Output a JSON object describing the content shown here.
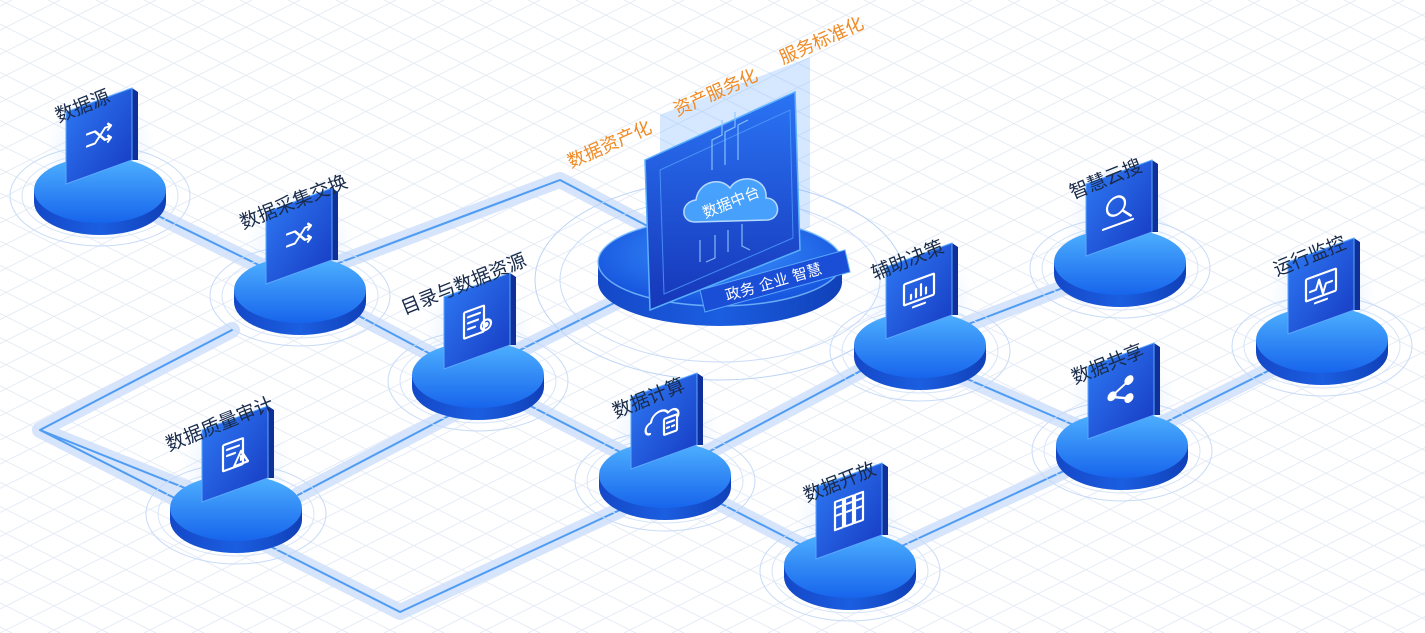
{
  "colors": {
    "accent": "#1a6ef0",
    "accent_light": "#3aa0ff",
    "accent_dark": "#1536b8",
    "stage_label": "#f08a24",
    "label": "#1a2b4a",
    "path": "#c3d7fb",
    "grid": "#e6ecf6"
  },
  "hub": {
    "screen_label": "数据中台",
    "base_label": "政务 企业 智慧",
    "icon": "cloud-icon"
  },
  "stages": [
    {
      "label": "数据资产化"
    },
    {
      "label": "资产服务化"
    },
    {
      "label": "服务标准化"
    }
  ],
  "nodes": [
    {
      "id": "data-source",
      "label": "数据源",
      "icon": "shuffle-icon"
    },
    {
      "id": "collect-exchange",
      "label": "数据采集交换",
      "icon": "shuffle-icon"
    },
    {
      "id": "catalog-resources",
      "label": "目录与数据资源",
      "icon": "settings-doc-icon"
    },
    {
      "id": "quality-audit",
      "label": "数据质量审计",
      "icon": "warning-doc-icon"
    },
    {
      "id": "compute",
      "label": "数据计算",
      "icon": "cloud-calculator-icon"
    },
    {
      "id": "open",
      "label": "数据开放",
      "icon": "server-icon"
    },
    {
      "id": "decision",
      "label": "辅助决策",
      "icon": "monitor-chart-icon"
    },
    {
      "id": "share",
      "label": "数据共享",
      "icon": "share-icon"
    },
    {
      "id": "search",
      "label": "智慧云搜",
      "icon": "search-icon"
    },
    {
      "id": "monitor",
      "label": "运行监控",
      "icon": "pulse-monitor-icon"
    }
  ]
}
